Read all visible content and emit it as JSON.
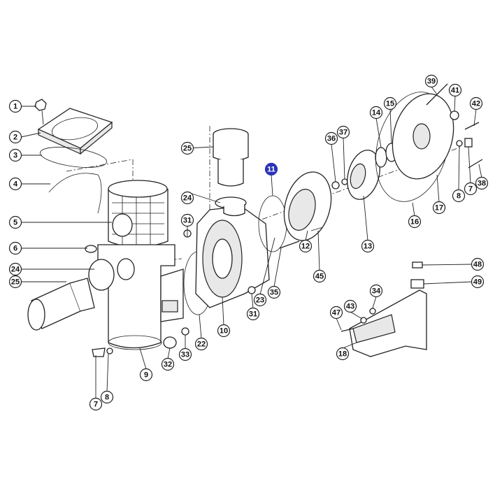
{
  "title": "Pool pump exploded parts diagram",
  "highlight_color": "#2b33b8",
  "callouts": [
    {
      "id": "1",
      "highlight": false
    },
    {
      "id": "2",
      "highlight": false
    },
    {
      "id": "3",
      "highlight": false
    },
    {
      "id": "4",
      "highlight": false
    },
    {
      "id": "5",
      "highlight": false
    },
    {
      "id": "6",
      "highlight": false
    },
    {
      "id": "24",
      "highlight": false
    },
    {
      "id": "25",
      "highlight": false
    },
    {
      "id": "7",
      "highlight": false
    },
    {
      "id": "8",
      "highlight": false
    },
    {
      "id": "9",
      "highlight": false
    },
    {
      "id": "32",
      "highlight": false
    },
    {
      "id": "33",
      "highlight": false
    },
    {
      "id": "22",
      "highlight": false
    },
    {
      "id": "10",
      "highlight": false
    },
    {
      "id": "31",
      "highlight": false
    },
    {
      "id": "31",
      "highlight": false
    },
    {
      "id": "24",
      "highlight": false
    },
    {
      "id": "25",
      "highlight": false
    },
    {
      "id": "23",
      "highlight": false
    },
    {
      "id": "35",
      "highlight": false
    },
    {
      "id": "45",
      "highlight": false
    },
    {
      "id": "12",
      "highlight": false
    },
    {
      "id": "11",
      "highlight": true
    },
    {
      "id": "36",
      "highlight": false
    },
    {
      "id": "37",
      "highlight": false
    },
    {
      "id": "13",
      "highlight": false
    },
    {
      "id": "14",
      "highlight": false
    },
    {
      "id": "15",
      "highlight": false
    },
    {
      "id": "16",
      "highlight": false
    },
    {
      "id": "17",
      "highlight": false
    },
    {
      "id": "39",
      "highlight": false
    },
    {
      "id": "41",
      "highlight": false
    },
    {
      "id": "42",
      "highlight": false
    },
    {
      "id": "8",
      "highlight": false
    },
    {
      "id": "7",
      "highlight": false
    },
    {
      "id": "38",
      "highlight": false
    },
    {
      "id": "48",
      "highlight": false
    },
    {
      "id": "49",
      "highlight": false
    },
    {
      "id": "34",
      "highlight": false
    },
    {
      "id": "43",
      "highlight": false
    },
    {
      "id": "47",
      "highlight": false
    },
    {
      "id": "18",
      "highlight": false
    }
  ]
}
